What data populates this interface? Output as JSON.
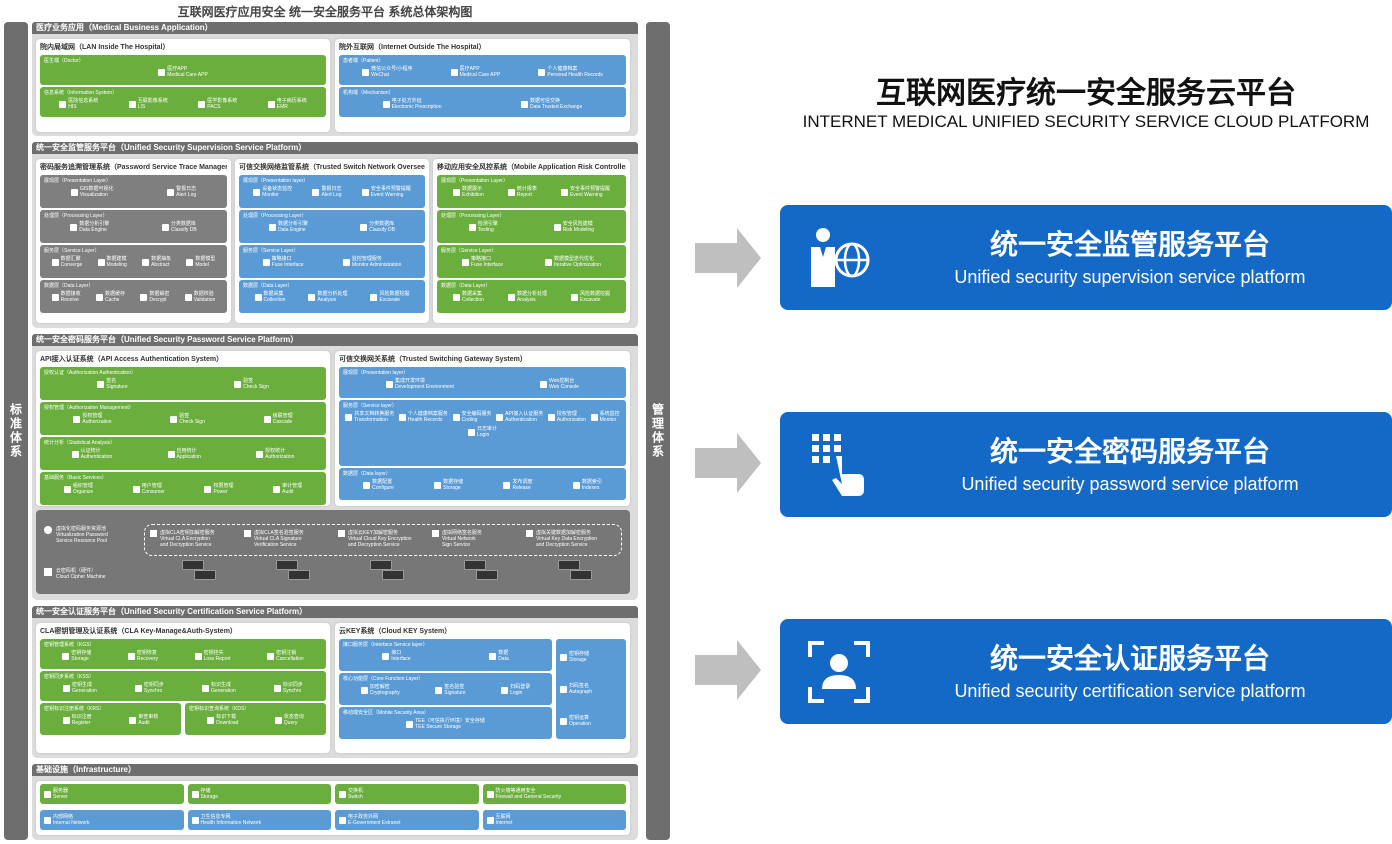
{
  "diagram_title": "互联网医疗应用安全 统一安全服务平台 系统总体架构图",
  "side_left": "标准体系",
  "side_right": "管理体系",
  "big_title_cn": "互联网医疗统一安全服务云平台",
  "big_title_en": "INTERNET MEDICAL UNIFIED SECURITY SERVICE CLOUD PLATFORM",
  "cards": [
    {
      "cn": "统一安全监管服务平台",
      "en": "Unified security supervision service platform",
      "icon": "doctor-globe-icon"
    },
    {
      "cn": "统一安全密码服务平台",
      "en": "Unified security password service platform",
      "icon": "keypad-hand-icon"
    },
    {
      "cn": "统一安全认证服务平台",
      "en": "Unified security certification service platform",
      "icon": "face-scan-icon"
    }
  ],
  "colors": {
    "card_blue": "#1468c6",
    "green": "#6aaf3d",
    "blue": "#5b9bd5",
    "gray": "#7f7f7f",
    "bar_gray": "#6e6e6e"
  },
  "s1": {
    "title": "医疗业务应用（Medical Business Application）",
    "lan": {
      "title": "院内局域网（LAN Inside The Hospital）",
      "layers": [
        {
          "title": "医生端（Doctor）",
          "items": [
            "医疗APP\nMedical Care APP"
          ]
        },
        {
          "title": "信息系统（Information System）",
          "items": [
            "医院信息系统\nHIS",
            "互联影像系统\nLIS",
            "医学影像系统\nPACS",
            "电子病历系统\nEMR"
          ]
        }
      ]
    },
    "internet": {
      "title": "院外互联网（Internet Outside The Hospital）",
      "layers": [
        {
          "title": "患者端（Patient）",
          "items": [
            "微信公众号/小程序\nWeChat",
            "医疗APP\nMedical Care APP",
            "个人健康档案\nPersonal Health Records"
          ]
        },
        {
          "title": "机构端（Mechanism）",
          "items": [
            "电子处方外延\nElectronic Prescription",
            "数据可信交换\nData Trusted Exchange"
          ]
        }
      ]
    }
  },
  "s2": {
    "title": "统一安全监管服务平台（Unified Security Supervision Service Platform）",
    "panels": [
      {
        "title": "密码服务追溯管理系统（Password Service Trace Manager）",
        "color": "gray",
        "layers": [
          {
            "title": "展现层（Presentation Layer）",
            "items": [
              "GIS数据可视化\nVisualization",
              "警报日志\nAlert Log"
            ]
          },
          {
            "title": "处理层（Processing Layer）",
            "items": [
              "数据分析引擎\nData Engine",
              "分类数据库\nClassify DB"
            ]
          },
          {
            "title": "服务层（Service Layer）",
            "items": [
              "数据汇聚\nConverge",
              "数据建模\nModeling",
              "数据抽象\nAbstract",
              "数据模型\nModel"
            ]
          },
          {
            "title": "数据层（Data Layer）",
            "items": [
              "数据接收\nReceive",
              "数据缓存\nCache",
              "数据解密\nDecrypt",
              "数据校验\nValidation"
            ]
          }
        ]
      },
      {
        "title": "可信交换网络监管系统（Trusted Switch Network Overseer）",
        "color": "blue",
        "layers": [
          {
            "title": "展现层（Presentation layer）",
            "items": [
              "设备状态监控\nMonitor",
              "警报日志\nAlert Log",
              "安全事件预警提醒\nEvent Warning"
            ]
          },
          {
            "title": "处理层（Processing Layer）",
            "items": [
              "数据分析引擎\nData Engine",
              "分类数据库\nClassify DB"
            ]
          },
          {
            "title": "服务层（Service Layer）",
            "items": [
              "策略接口\nFuse Interface",
              "监控管理服务\nMonitor Administration"
            ]
          },
          {
            "title": "数据层（Data Layer）",
            "items": [
              "数据采集\nCollection",
              "数据分析处理\nAnalysis",
              "风险数据挖掘\nExcavate"
            ]
          }
        ]
      },
      {
        "title": "移动应用安全风控系统（Mobile Application Risk Controller）",
        "color": "green",
        "layers": [
          {
            "title": "展现层（Presentation Layer）",
            "items": [
              "数据展示\nExhibition",
              "统计报表\nReport",
              "安全事件预警提醒\nEvent Warning"
            ]
          },
          {
            "title": "处理层（Processing Layer）",
            "items": [
              "检测引擎\nTesting",
              "安全风险建模\nRisk Modeling"
            ]
          },
          {
            "title": "服务层（Service Layer）",
            "items": [
              "策略接口\nFuse Interface",
              "数据模型迭代优化\nIterative Optimization"
            ]
          },
          {
            "title": "数据层（Data Layer）",
            "items": [
              "数据采集\nCollection",
              "数据分析处理\nAnalysis",
              "风险数据挖掘\nExcavate"
            ]
          }
        ]
      }
    ]
  },
  "s3": {
    "title": "统一安全密码服务平台（Unified Security Password Service Platform）",
    "api": {
      "title": "API接入认证系统（API Access Authentication System）",
      "layers": [
        {
          "title": "授权认证（Authorization Authentication）",
          "items": [
            "签名\nSignature",
            "验签\nCheck Sign"
          ]
        },
        {
          "title": "授权管理（Authorization Management）",
          "items": [
            "授权管理\nAuthorization",
            "验签\nCheck Sign",
            "级联管理\nCascade"
          ]
        },
        {
          "title": "统计分析（Statistical Analysis）",
          "items": [
            "认证统计\nAuthentication",
            "应用统计\nApplication",
            "授权统计\nAuthorization"
          ]
        },
        {
          "title": "基础服务（Basic Services）",
          "items": [
            "组织管理\nOrganize",
            "用户管理\nConsumer",
            "权限管理\nPower",
            "审计管理\nAudit"
          ]
        }
      ]
    },
    "gateway": {
      "title": "可信交换网关系统（Trusted Switching Gateway System）",
      "layers": [
        {
          "title": "展现层（Presentation layer）",
          "items": [
            "集成开发环境\nDevelopment Environment",
            "Web控制台\nWeb Console"
          ]
        },
        {
          "title": "服务层（Service layer）",
          "items": [
            "共享文档转换服务\nTransformation",
            "个人健康档案服务\nHealth Records",
            "安全编码服务\nCoding",
            "API接入认证服务\nAuthentication",
            "授权管理\nAuthorization",
            "系统监控\nMonitor",
            "日志审计\nLogin"
          ]
        },
        {
          "title": "数据层（Data layer）",
          "items": [
            "数据配置\nConfigure",
            "数据存储\nStorage",
            "发布调度\nRelease",
            "数据索引\nIndexes"
          ]
        }
      ]
    },
    "vm": {
      "pool": "虚拟化密码服务资源池\nVirtualization Password\nService Resource Pool",
      "machine": "云密码机（硬件）\nCloud Cipher Machine",
      "services": [
        "虚拟CLA密钥加解密服务\nVirtual CLA Encryption\nand Decryption Service",
        "虚拟CLA签名验签服务\nVirtual CLA Signature\nVerification Service",
        "虚拟云KEY加解密服务\nVirtual Cloud Key Encryption\nand Decryption Service",
        "虚拟网络签名服务\nVirtual Network\nSign Service",
        "虚拟关键数据加解密服务\nVirtual Key Data Encryption\nand Decryption Service"
      ]
    }
  },
  "s4": {
    "title": "统一安全认证服务平台（Unified Security Certification Service Platform）",
    "cla": {
      "title": "CLA密钥管理及认证系统（CLA Key-Manage&Auth-System）",
      "kgs": {
        "title": "密钥管理系统（KGS）",
        "items": [
          "密钥存储\nStorage",
          "密钥恢复\nRecovery",
          "密钥挂失\nLoss Report",
          "密钥注销\nCancellation"
        ]
      },
      "kss": {
        "title": "密钥同步系统（KSS）",
        "items": [
          "密钥生成\nGeneration",
          "密钥同步\nSynchro",
          "标识生成\nGeneration",
          "标识同步\nSynchro"
        ]
      },
      "krs": {
        "title": "密钥标识注册系统（KRS）",
        "items": [
          "标识注册\nRegister",
          "审查审核\nAudit"
        ]
      },
      "kds": {
        "title": "密钥标识查询系统（KDS）",
        "items": [
          "标识下载\nDownload",
          "状态查询\nQuery"
        ]
      }
    },
    "cloudkey": {
      "title": "云KEY系统（Cloud KEY System）",
      "layers": [
        {
          "title": "接口服务层（Interface Service layer）",
          "items": [
            "接口\nInterface",
            "数据\nData"
          ]
        },
        {
          "title": "核心功能层（Core Function Layer）",
          "items": [
            "加密解密\nCryptography",
            "签名验签\nSignature",
            "扫码登录\nLogin"
          ]
        },
        {
          "title": "移动端安全区（Mobile Security Area）",
          "items": [
            "TEE（可信执行环境）安全存储\nTEE Secure Storage"
          ]
        }
      ],
      "side_items": [
        "密钥存储\nStorage",
        "扫码签名\nAutograph",
        "密钥运算\nOperation"
      ]
    }
  },
  "s5": {
    "title": "基础设施（Infrastructure）",
    "row1": [
      "服务器\nServer",
      "存储\nStorage",
      "交换机\nSwitch",
      "防火墙等通用安全\nFirewall and General Security"
    ],
    "row2": [
      "内部网络\nInternal Network",
      "卫生信息专网\nHealth Information Network",
      "电子政务外网\nE-Government Extranet",
      "互联网\nInternet"
    ]
  }
}
